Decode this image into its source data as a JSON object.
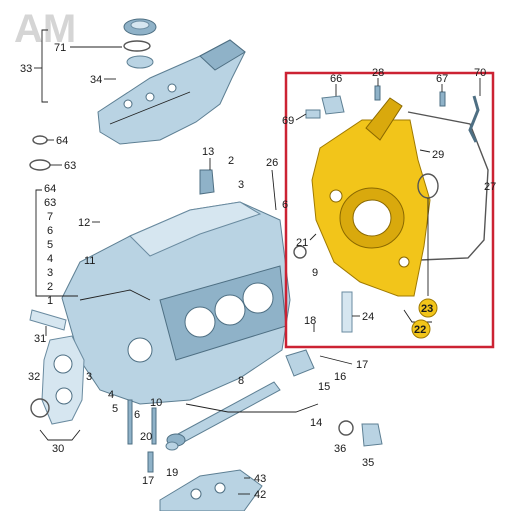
{
  "watermark": "AM",
  "highlight_box_color": "#cc2233",
  "highlight_fill_color": "#f2c51a",
  "labels": {
    "l71": "71",
    "l33": "33",
    "l34": "34",
    "l64a": "64",
    "l63a": "63",
    "l64b": "64",
    "l63b": "63",
    "l7": "7",
    "l6": "6",
    "l5": "5",
    "l4": "4",
    "l3": "3",
    "l2": "2",
    "l1": "1",
    "l12": "12",
    "l11": "11",
    "l31": "31",
    "l32": "32",
    "l3b": "3",
    "l30": "30",
    "l13": "13",
    "l2b": "2",
    "l3c": "3",
    "l26": "26",
    "l6b": "6",
    "l66": "66",
    "l28": "28",
    "l67": "67",
    "l70": "70",
    "l69": "69",
    "l29": "29",
    "l27": "27",
    "l21": "21",
    "l9": "9",
    "l23": "23",
    "l22": "22",
    "l24": "24",
    "l18": "18",
    "l17": "17",
    "l16": "16",
    "l15": "15",
    "l8": "8",
    "l4b": "4",
    "l5b": "5",
    "l6c": "6",
    "l10": "10",
    "l14": "14",
    "l36": "36",
    "l35": "35",
    "l20": "20",
    "l19": "19",
    "l17b": "17",
    "l43": "43",
    "l42": "42"
  }
}
